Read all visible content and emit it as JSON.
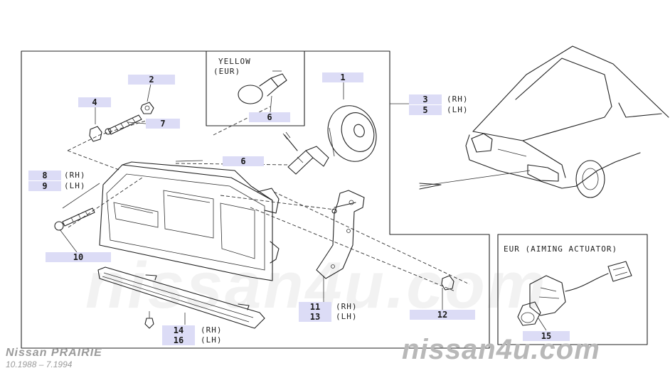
{
  "inset_bulb": {
    "title_line1": "YELLOW",
    "title_line2": "(EUR)",
    "ref": "6"
  },
  "inset_actuator": {
    "title": "EUR (AIMING ACTUATOR)",
    "ref": "15"
  },
  "callouts": {
    "c1": "1",
    "c2": "2",
    "c3": "3",
    "c4": "4",
    "c5": "5",
    "c6": "6",
    "c7": "7",
    "c8": "8",
    "c9": "9",
    "c10": "10",
    "c11": "11",
    "c12": "12",
    "c13": "13",
    "c14": "14",
    "c16": "16"
  },
  "sides": {
    "rh": "(RH)",
    "lh": "(LH)"
  },
  "footer": {
    "model": "Nissan PRAIRIE",
    "dates": "10.1988 – 7.1994",
    "watermark": "nissan4u.com"
  }
}
